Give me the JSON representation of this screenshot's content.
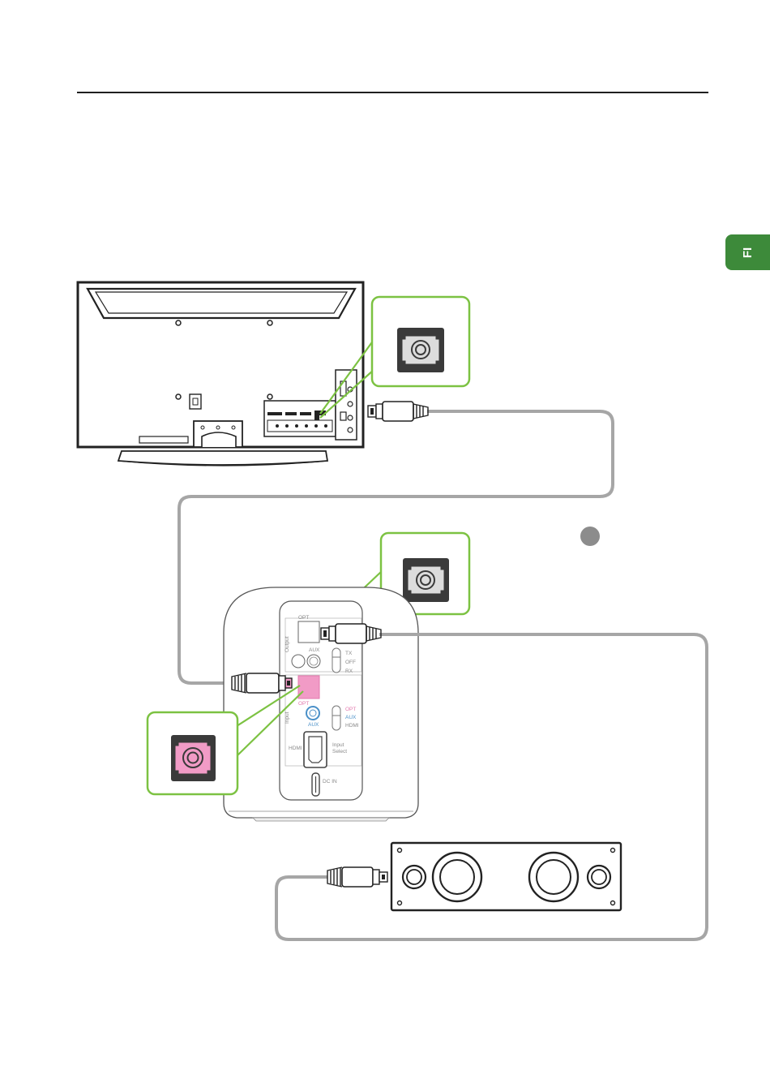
{
  "side_tab": {
    "label": "FI",
    "color": "#3d8a3a"
  },
  "colors": {
    "callout_border": "#7cc242",
    "cable": "#a6a6a6",
    "optical_input_pink": "#f19bc6",
    "outline": "#222222"
  },
  "speaker_panel": {
    "output_label": "Output",
    "input_label": "Input",
    "opt_out_label": "OPT",
    "aux_out_label": "AUX",
    "switch_tx": "TX",
    "switch_off": "OFF",
    "switch_rx": "RX",
    "opt_in_label": "OPT",
    "aux_in_label": "AUX",
    "select_opt": "OPT",
    "select_aux": "AUX",
    "select_hdmi": "HDMI",
    "hdmi_label": "HDMI",
    "input_select_label_1": "Input",
    "input_select_label_2": "Select",
    "dc_in_label": "DC IN"
  }
}
